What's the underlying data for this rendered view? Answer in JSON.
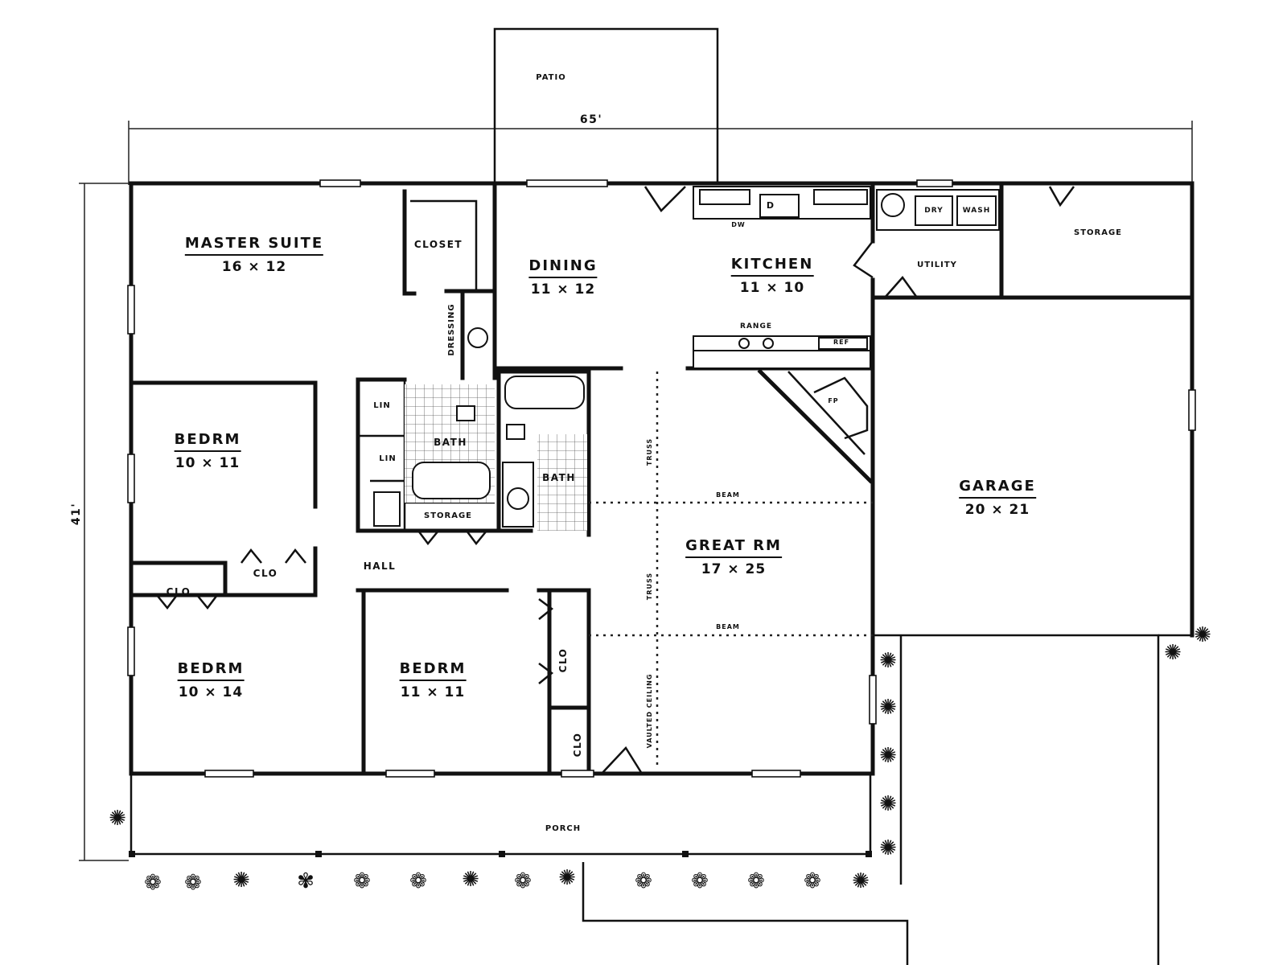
{
  "plan": {
    "overall_width": "65'",
    "overall_depth": "41'",
    "exterior_labels": {
      "patio": "PATIO",
      "porch": "PORCH"
    },
    "rooms": {
      "master_suite": {
        "name": "MASTER SUITE",
        "size": "16 × 12"
      },
      "closet": {
        "name": "CLOSET"
      },
      "dressing": {
        "name": "DRESSING"
      },
      "dining": {
        "name": "DINING",
        "size": "11 × 12"
      },
      "kitchen": {
        "name": "KITCHEN",
        "size": "11 × 10"
      },
      "utility": {
        "name": "UTILITY"
      },
      "storage_garage": {
        "name": "STORAGE"
      },
      "bedroom_1": {
        "name": "BEDRM",
        "size": "10 × 11"
      },
      "bedroom_2": {
        "name": "BEDRM",
        "size": "10 × 14"
      },
      "bedroom_3": {
        "name": "BEDRM",
        "size": "11 × 11"
      },
      "bath_1": {
        "name": "BATH"
      },
      "bath_2": {
        "name": "BATH"
      },
      "lin_1": {
        "name": "LIN"
      },
      "lin_2": {
        "name": "LIN"
      },
      "storage_hall": {
        "name": "STORAGE"
      },
      "hall": {
        "name": "HALL"
      },
      "clo_1": {
        "name": "CLO"
      },
      "clo_2": {
        "name": "CLO"
      },
      "clo_3": {
        "name": "CLO"
      },
      "clo_4": {
        "name": "CLO"
      },
      "great_room": {
        "name": "GREAT RM",
        "size": "17 × 25"
      },
      "garage": {
        "name": "GARAGE",
        "size": "20 × 21"
      }
    },
    "fixtures": {
      "dryer": "DRY",
      "washer": "WASH",
      "range": "RANGE",
      "dishwasher": "DW",
      "refrigerator": "REF",
      "fireplace": "FP",
      "sink": "D"
    },
    "annotations": {
      "beam_upper": "BEAM",
      "beam_lower": "BEAM",
      "truss_upper": "TRUSS",
      "truss_mid": "TRUSS",
      "vaulted_ceiling": "VAULTED CEILING"
    }
  }
}
